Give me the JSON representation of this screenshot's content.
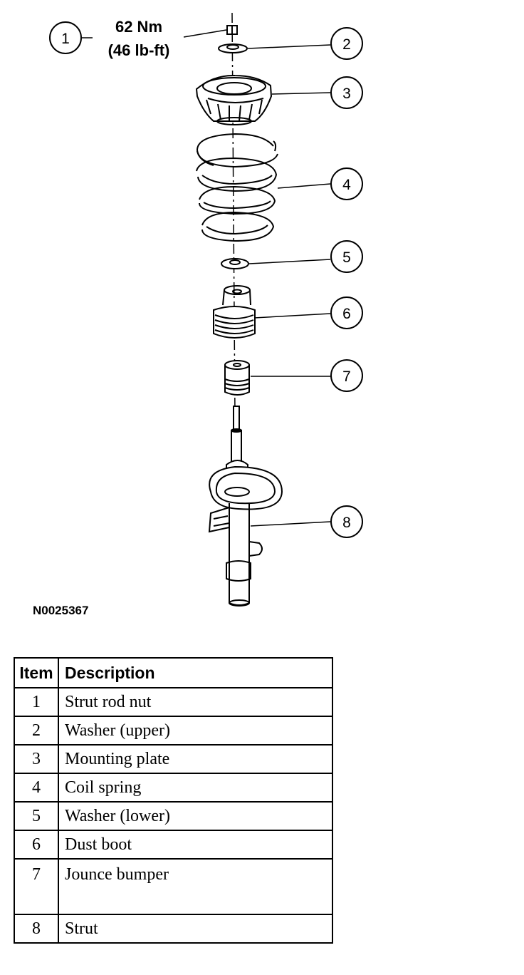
{
  "diagram": {
    "torque": {
      "value": "62 Nm",
      "imperial": "(46 lb-ft)"
    },
    "figure_id": "N0025367",
    "callouts": [
      "1",
      "2",
      "3",
      "4",
      "5",
      "6",
      "7",
      "8"
    ]
  },
  "table": {
    "headers": {
      "item": "Item",
      "description": "Description"
    },
    "rows": [
      {
        "item": "1",
        "description": "Strut rod nut"
      },
      {
        "item": "2",
        "description": "Washer (upper)"
      },
      {
        "item": "3",
        "description": "Mounting plate"
      },
      {
        "item": "4",
        "description": "Coil spring"
      },
      {
        "item": "5",
        "description": "Washer (lower)"
      },
      {
        "item": "6",
        "description": "Dust boot"
      },
      {
        "item": "7",
        "description": "Jounce bumper"
      },
      {
        "item": "8",
        "description": "Strut"
      }
    ]
  }
}
